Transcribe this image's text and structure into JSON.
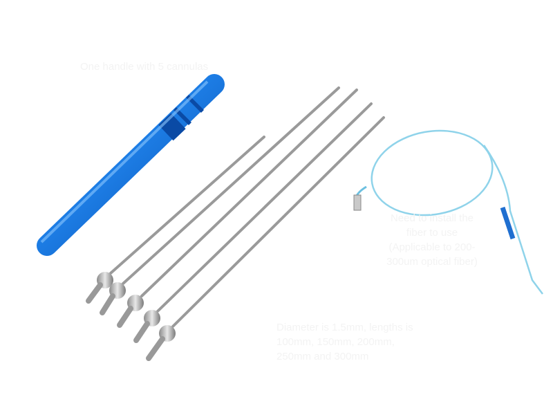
{
  "captions": {
    "handle": "One handle with 5 cannulas",
    "fiber": [
      "Need to install the",
      "fiber to use",
      "(Applicable to 200-",
      "300um optical fiber)"
    ],
    "cannula": [
      "Diameter is 1.5mm, lengths is",
      "100mm, 150mm, 200mm,",
      "250mm and 300mm"
    ]
  },
  "colors": {
    "handle": "#1f7fe0",
    "steel": "#b8b8b8",
    "fiber": "#8fd3ea",
    "caption": "#f3f3f3"
  }
}
